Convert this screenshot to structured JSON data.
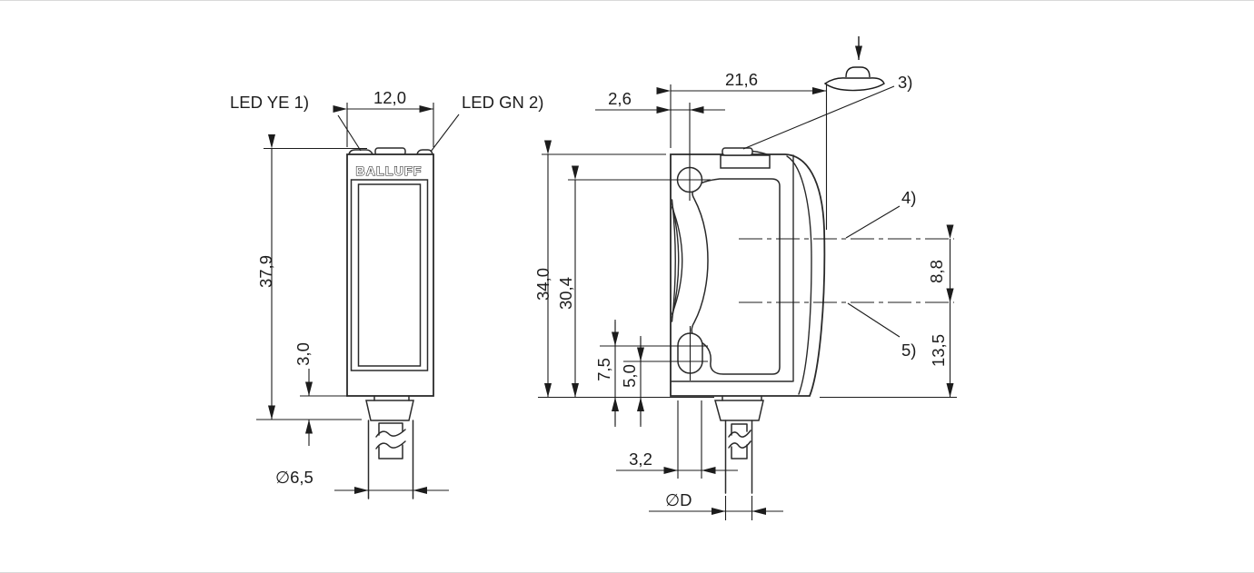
{
  "front_view": {
    "led_yellow_label": "LED YE 1)",
    "led_green_label": "LED GN 2)",
    "logo": "BALLUFF",
    "dim_width": "12,0",
    "dim_height": "37,9",
    "dim_step": "3,0",
    "dim_cable_diameter": "∅6,5"
  },
  "side_view": {
    "dim_depth": "21,6",
    "dim_hole_offset": "2,6",
    "dim_height": "34,0",
    "dim_hole_to_bottom": "30,4",
    "dim_slot_upper": "7,5",
    "dim_slot_lower": "5,0",
    "dim_slot_width": "3,2",
    "dim_cable_diameter": "∅D",
    "dim_axis_gap": "8,8",
    "dim_axis_bottom": "13,5",
    "callout_button": "3)",
    "callout_axis_upper": "4)",
    "callout_axis_lower": "5)"
  },
  "colors": {
    "line": "#2a2a2a",
    "background": "#ffffff"
  }
}
